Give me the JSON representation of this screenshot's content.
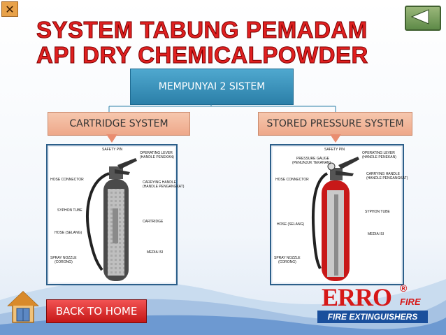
{
  "header": {
    "close_label": "✕",
    "title_line1": "SYSTEM TABUNG PEMADAM",
    "title_line2": "API DRY CHEMICALPOWDER"
  },
  "main": {
    "main_box": "MEMPUNYAI 2 SISTEM",
    "left_system": "CARTRIDGE SYSTEM",
    "right_system": "STORED PRESSURE SYSTEM",
    "left_labels": {
      "safety_pin": "SAFETY PIN",
      "operating_lever": "OPERATING LEVER",
      "operating_lever_sub": "(HANDLE PENEKAN)",
      "hose_connector": "HOSE CONNECTOR",
      "carrying_handle": "CARRYING HANDLE",
      "carrying_handle_sub": "(HANDLE PENGANGKAT)",
      "syphon_tube": "SYPHON TUBE",
      "cartridge": "CARTRIDGE",
      "hose": "HOSE (SELANG)",
      "media": "MEDIA ISI",
      "spray_nozzle": "SPRAY NOZZLE",
      "spray_nozzle_sub": "(CORONG)"
    },
    "right_labels": {
      "safety_pin": "SAFETY PIN",
      "pressure_gauge": "PRESSURE GAUGE",
      "pressure_gauge_sub": "(PENUNJUK TEKANAN)",
      "operating_lever": "OPERATING LEVER",
      "operating_lever_sub": "(HANDLE PENEKAN)",
      "carrying_handle": "CARRYING HANDLE",
      "carrying_handle_sub": "(HANDLE PENGANGKAT)",
      "hose_connector": "HOSE CONNECTOR",
      "syphon_tube": "SYPHON TUBE",
      "hose": "HOSE (SELANG)",
      "media": "MEDIA ISI",
      "spray_nozzle": "SPRAY NOZZLE",
      "spray_nozzle_sub": "(CORONG)"
    }
  },
  "footer": {
    "back_home_label": "BACK TO HOME",
    "brand_name": "ERRO",
    "brand_reg": "®",
    "brand_fire": "FIRE",
    "brand_tagline": "FIRE EXTINGUISHERS"
  },
  "colors": {
    "title_red": "#e02020",
    "box_blue": "#3c95c0",
    "box_peach": "#f2b79b",
    "button_red": "#d92222",
    "brand_blue": "#1a4f9c"
  }
}
